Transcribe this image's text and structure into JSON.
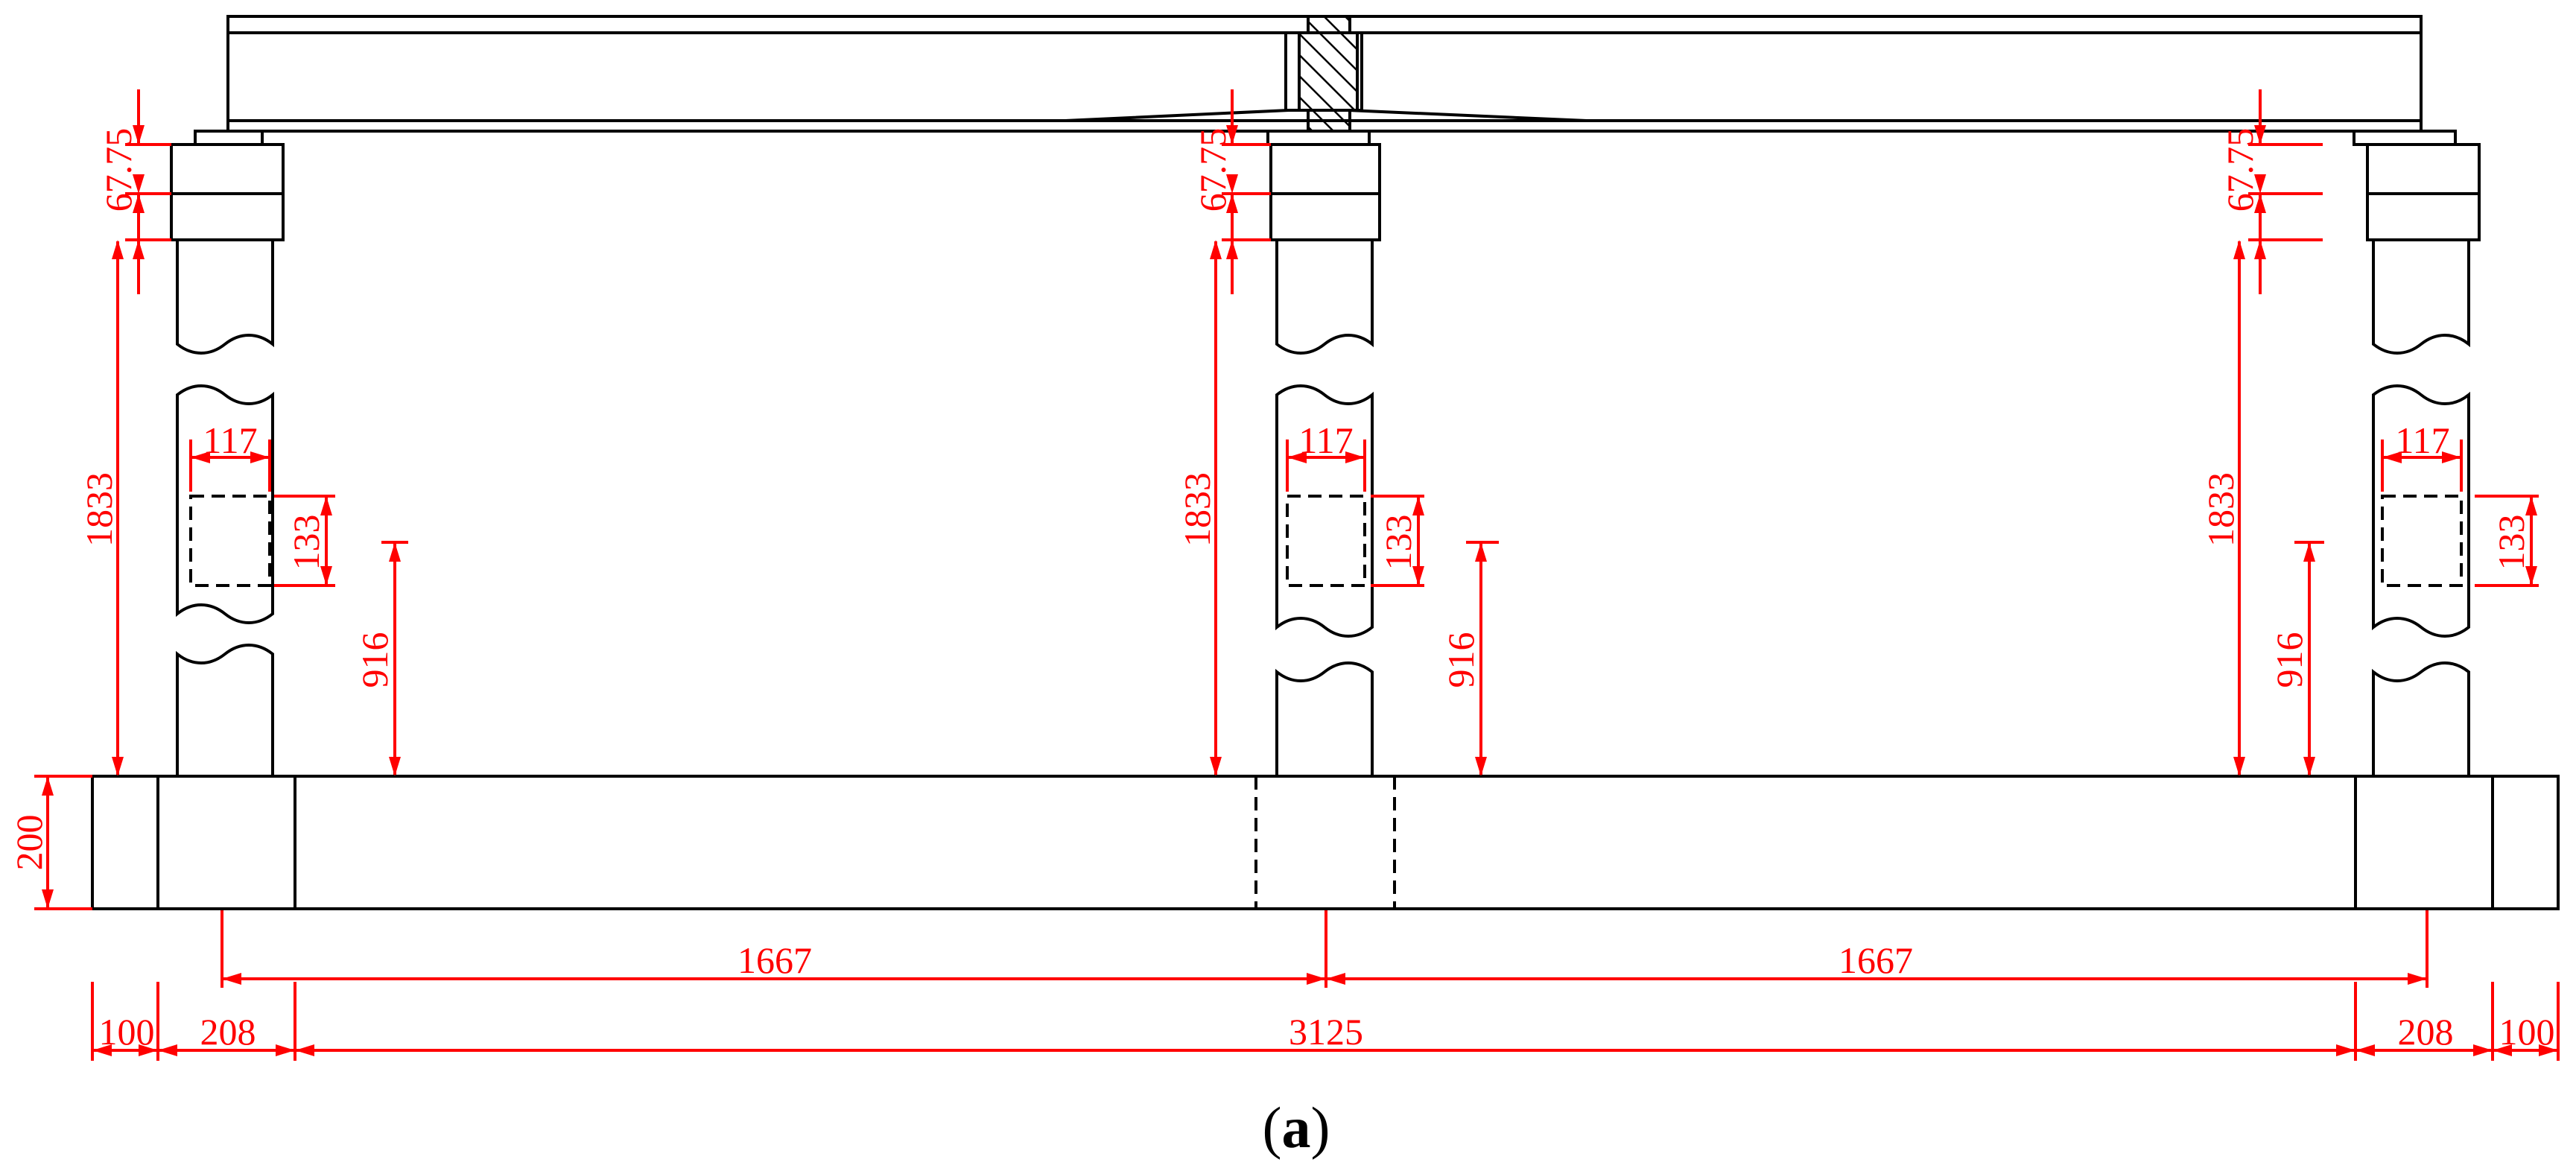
{
  "figure": {
    "caption_open": "(",
    "caption_letter": "a",
    "caption_close": ")"
  },
  "dimensions": {
    "upper_block": "67.75",
    "column_height": "1833",
    "sensor_width": "117",
    "sensor_height": "133",
    "load_height": "916",
    "base_depth": "200",
    "half_span": "1667",
    "edge": "100",
    "support_width": "208",
    "clear_span": "3125"
  },
  "colors": {
    "structure": "#000000",
    "dimension": "#ff0000"
  }
}
